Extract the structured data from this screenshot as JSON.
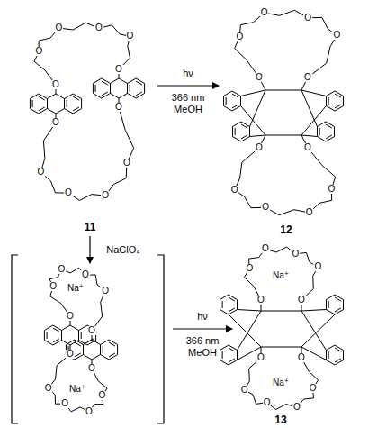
{
  "diagram": {
    "labels": [
      "11",
      "12",
      "13",
      "hν",
      "366 nm",
      "MeOH",
      "hν",
      "366 nm",
      "MeOH",
      "NaClO₄",
      "Na⁺",
      "Na⁺",
      "Na⁺",
      "Na⁺",
      "O",
      "O",
      "O",
      "O",
      "O",
      "O",
      "O",
      "O",
      "O",
      "O",
      "O",
      "O",
      "O",
      "O",
      "O",
      "O",
      "O",
      "O",
      "O",
      "O",
      "O",
      "O",
      "O",
      "O",
      "O",
      "O",
      "O",
      "O",
      "O",
      "O",
      "O",
      "O",
      "O",
      "O",
      "O",
      "O",
      "O",
      "O",
      "O",
      "O",
      "O",
      "O",
      "O",
      "O",
      "O",
      "O",
      "O",
      "O"
    ]
  }
}
